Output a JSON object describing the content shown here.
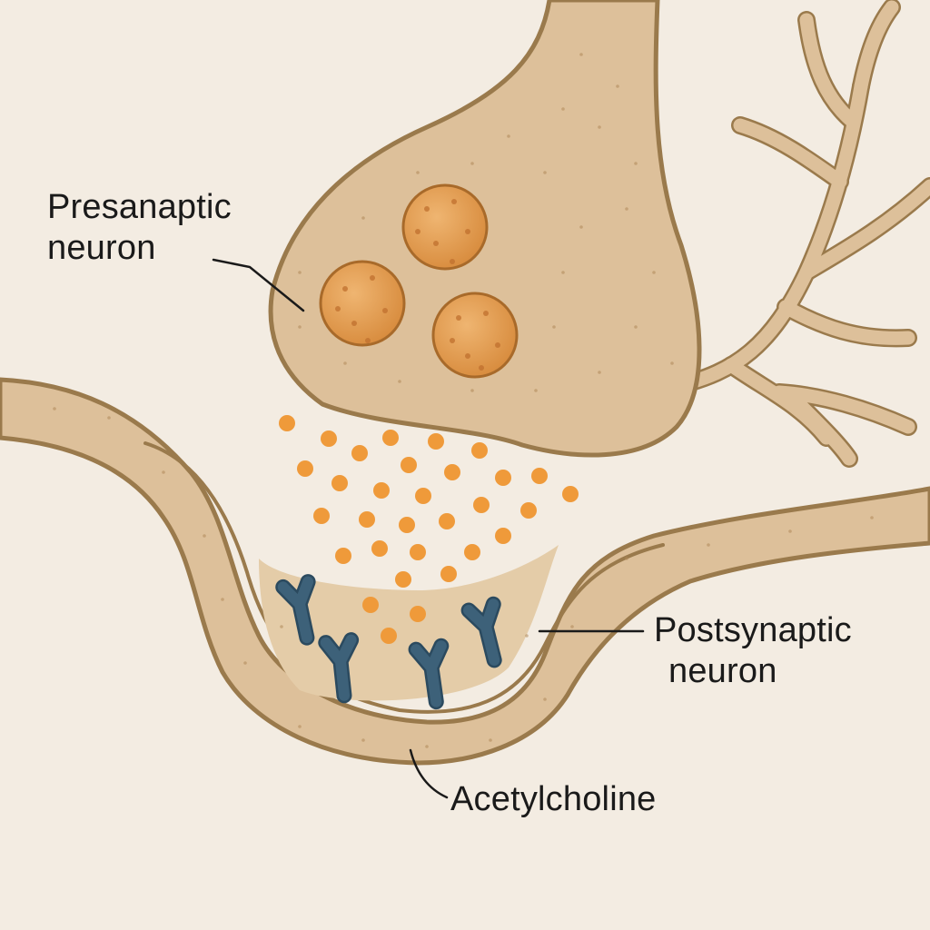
{
  "labels": {
    "presynaptic": [
      "Presanaptic",
      "neuron"
    ],
    "postsynaptic": [
      "Postsynaptic",
      "neuron"
    ],
    "neurotransmitter": "Acetylcholine"
  },
  "colors": {
    "background": "#f3ece2",
    "membrane_fill": "#ddc09a",
    "membrane_outline": "#9a7a4c",
    "cleft_fill": "#e4cca8",
    "vesicle_fill": "#e39e50",
    "vesicle_outline": "#a86a2a",
    "neurotransmitter": "#ef9a3a",
    "receptor": "#3d6179",
    "leader_line": "#1a1a1a"
  },
  "icons": {
    "synaptic_vesicle": "circle",
    "receptor": "y-shape"
  }
}
